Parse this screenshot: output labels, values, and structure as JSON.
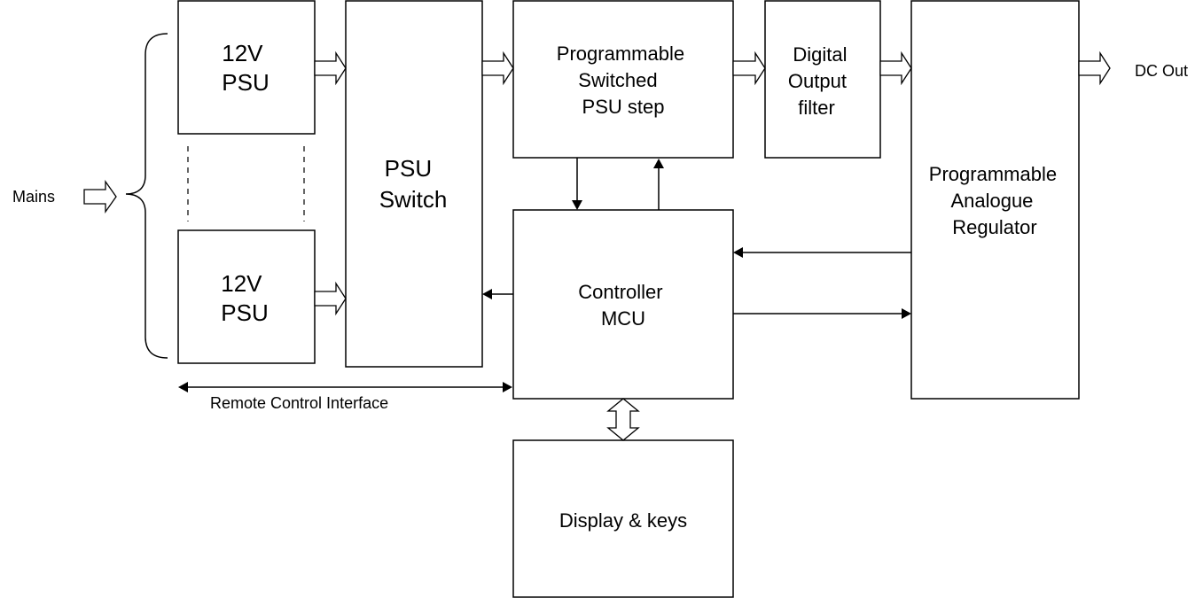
{
  "blocks": {
    "psu_top": [
      "12V",
      "PSU"
    ],
    "psu_bottom": [
      "12V",
      "PSU"
    ],
    "psu_switch": [
      "PSU",
      "Switch"
    ],
    "switched_step": [
      "Programmable",
      "Switched",
      "PSU step"
    ],
    "output_filter": [
      "Digital",
      "Output",
      "filter"
    ],
    "analogue_regulator": [
      "Programmable",
      "Analogue",
      "Regulator"
    ],
    "controller": [
      "Controller",
      "MCU"
    ],
    "display": [
      "Display & keys"
    ]
  },
  "labels": {
    "mains": "Mains",
    "dc_out": "DC Out",
    "remote": "Remote Control Interface"
  }
}
